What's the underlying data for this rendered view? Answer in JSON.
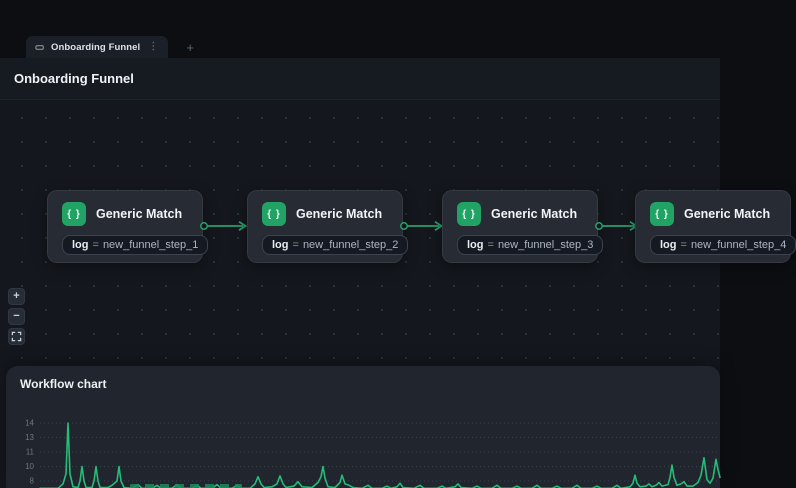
{
  "tab_bar": {
    "active_tab": {
      "label": "Onboarding Funnel",
      "menu_glyph": "⋮"
    },
    "new_tab_glyph": "+"
  },
  "header": {
    "title": "Onboarding Funnel"
  },
  "canvas": {
    "node_icon_glyph": "{ }",
    "nodes": [
      {
        "title": "Generic Match",
        "param_key": "log",
        "param_op": "=",
        "param_value": "new_funnel_step_1"
      },
      {
        "title": "Generic Match",
        "param_key": "log",
        "param_op": "=",
        "param_value": "new_funnel_step_2"
      },
      {
        "title": "Generic Match",
        "param_key": "log",
        "param_op": "=",
        "param_value": "new_funnel_step_3"
      },
      {
        "title": "Generic Match",
        "param_key": "log",
        "param_op": "=",
        "param_value": "new_funnel_step_4"
      }
    ],
    "zoom_controls": {
      "zoom_in": "+",
      "zoom_out": "−"
    }
  },
  "panel": {
    "title": "Workflow chart"
  },
  "colors": {
    "accent_green": "#21a366",
    "connector_green": "#2aa06b",
    "chart_line_green": "#26bd79"
  },
  "chart_data": {
    "type": "line",
    "title": "Workflow chart",
    "legend_position": "none",
    "grid": "dotted-horizontal",
    "y_axis": {
      "tick_labels": [
        "14",
        "13",
        "11",
        "10",
        "8"
      ]
    },
    "x_axis": {
      "tick_labels_visible": false,
      "note": "labels clipped at bottom edge"
    },
    "line_color": "#26bd79",
    "points": [
      [
        40,
        7
      ],
      [
        58,
        7
      ],
      [
        63,
        7.6
      ],
      [
        66,
        9
      ],
      [
        68,
        14
      ],
      [
        70,
        9
      ],
      [
        73,
        7.2
      ],
      [
        78,
        7.1
      ],
      [
        80,
        8
      ],
      [
        82,
        10
      ],
      [
        84,
        8
      ],
      [
        86,
        7.1
      ],
      [
        92,
        7.1
      ],
      [
        94,
        8
      ],
      [
        96,
        10
      ],
      [
        98,
        8
      ],
      [
        100,
        7.1
      ],
      [
        108,
        7.1
      ],
      [
        112,
        7.4
      ],
      [
        117,
        8
      ],
      [
        119,
        10
      ],
      [
        121,
        8
      ],
      [
        124,
        7.1
      ],
      [
        132,
        7
      ],
      [
        138,
        7.5
      ],
      [
        142,
        7
      ],
      [
        152,
        7
      ],
      [
        157,
        7.4
      ],
      [
        161,
        7
      ],
      [
        172,
        7
      ],
      [
        177,
        7.5
      ],
      [
        181,
        7
      ],
      [
        192,
        7
      ],
      [
        197,
        7.4
      ],
      [
        201,
        7
      ],
      [
        212,
        7
      ],
      [
        217,
        7.5
      ],
      [
        221,
        7
      ],
      [
        232,
        7
      ],
      [
        237,
        7.4
      ],
      [
        241,
        7
      ],
      [
        250,
        7
      ],
      [
        255,
        7.6
      ],
      [
        258,
        8.6
      ],
      [
        261,
        7.6
      ],
      [
        264,
        7.1
      ],
      [
        272,
        7.2
      ],
      [
        277,
        7.6
      ],
      [
        280,
        8.7
      ],
      [
        283,
        7.6
      ],
      [
        286,
        7.1
      ],
      [
        294,
        7.3
      ],
      [
        298,
        7.9
      ],
      [
        302,
        7.2
      ],
      [
        312,
        7.1
      ],
      [
        318,
        7.8
      ],
      [
        321,
        8.6
      ],
      [
        323,
        10
      ],
      [
        325,
        8.4
      ],
      [
        328,
        7.2
      ],
      [
        335,
        7.1
      ],
      [
        340,
        7.8
      ],
      [
        342,
        8.8
      ],
      [
        345,
        7.6
      ],
      [
        349,
        7.4
      ],
      [
        353,
        7.1
      ],
      [
        362,
        7
      ],
      [
        368,
        7.4
      ],
      [
        372,
        7
      ],
      [
        382,
        7
      ],
      [
        387,
        7.3
      ],
      [
        391,
        7
      ],
      [
        397,
        7.2
      ],
      [
        400,
        7.7
      ],
      [
        403,
        7.1
      ],
      [
        414,
        7
      ],
      [
        420,
        7.4
      ],
      [
        424,
        7
      ],
      [
        437,
        7
      ],
      [
        442,
        7.3
      ],
      [
        446,
        7
      ],
      [
        455,
        7.2
      ],
      [
        458,
        7.6
      ],
      [
        461,
        7.1
      ],
      [
        472,
        7
      ],
      [
        477,
        7.3
      ],
      [
        481,
        7
      ],
      [
        492,
        7
      ],
      [
        497,
        7.4
      ],
      [
        501,
        7
      ],
      [
        512,
        7
      ],
      [
        517,
        7.3
      ],
      [
        521,
        7
      ],
      [
        532,
        7
      ],
      [
        537,
        7.4
      ],
      [
        541,
        7
      ],
      [
        552,
        7
      ],
      [
        557,
        7.3
      ],
      [
        561,
        7
      ],
      [
        572,
        7
      ],
      [
        577,
        7.4
      ],
      [
        581,
        7
      ],
      [
        592,
        7
      ],
      [
        597,
        7.3
      ],
      [
        601,
        7
      ],
      [
        612,
        7
      ],
      [
        617,
        7.4
      ],
      [
        621,
        7
      ],
      [
        630,
        7.2
      ],
      [
        633,
        7.7
      ],
      [
        635,
        8.8
      ],
      [
        637,
        7.7
      ],
      [
        640,
        7.2
      ],
      [
        646,
        7.3
      ],
      [
        649,
        7.6
      ],
      [
        652,
        7.2
      ],
      [
        656,
        7.4
      ],
      [
        659,
        7.8
      ],
      [
        662,
        7.3
      ],
      [
        668,
        7.5
      ],
      [
        670,
        8.5
      ],
      [
        672,
        10.1
      ],
      [
        674,
        8.5
      ],
      [
        677,
        7.4
      ],
      [
        681,
        7.6
      ],
      [
        684,
        7.9
      ],
      [
        687,
        7.3
      ],
      [
        693,
        7.3
      ],
      [
        698,
        7.8
      ],
      [
        701,
        8.8
      ],
      [
        704,
        10.6
      ],
      [
        707,
        8.2
      ],
      [
        710,
        7.7
      ],
      [
        713,
        8.4
      ],
      [
        716,
        10.5
      ],
      [
        718,
        9.6
      ],
      [
        720,
        8.5
      ]
    ]
  }
}
